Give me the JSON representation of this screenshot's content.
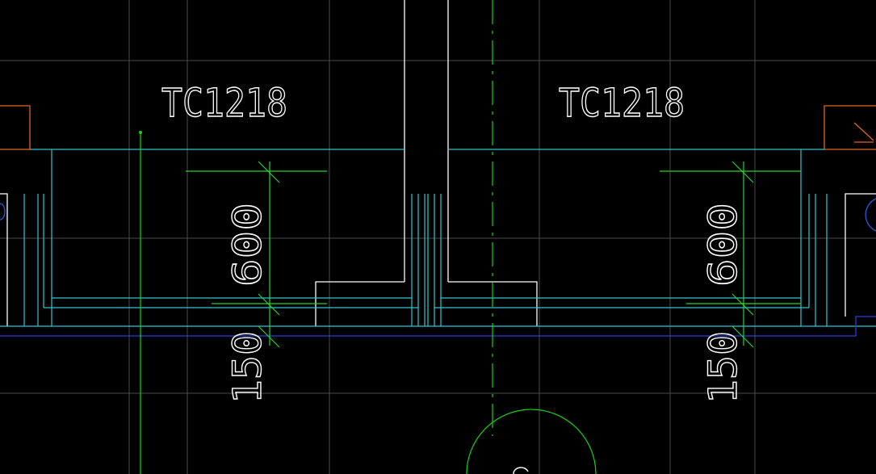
{
  "drawing": {
    "colors": {
      "background": "#000000",
      "grid": "#4a4a4a",
      "wall_outline": "#ffffff",
      "window_cyan": "#35c4d0",
      "axis_green": "#19d119",
      "dimension_green": "#2bd12b",
      "floor_blue": "#2a3fd6",
      "column_orange": "#e0651a",
      "circle_blue": "#2a5ad6",
      "text_white": "#ffffff"
    },
    "labels": {
      "window_left": "TC1218",
      "window_right": "TC1218",
      "dim_left_600": "600",
      "dim_left_150": "150",
      "dim_right_600": "600",
      "dim_right_150": "150"
    }
  }
}
